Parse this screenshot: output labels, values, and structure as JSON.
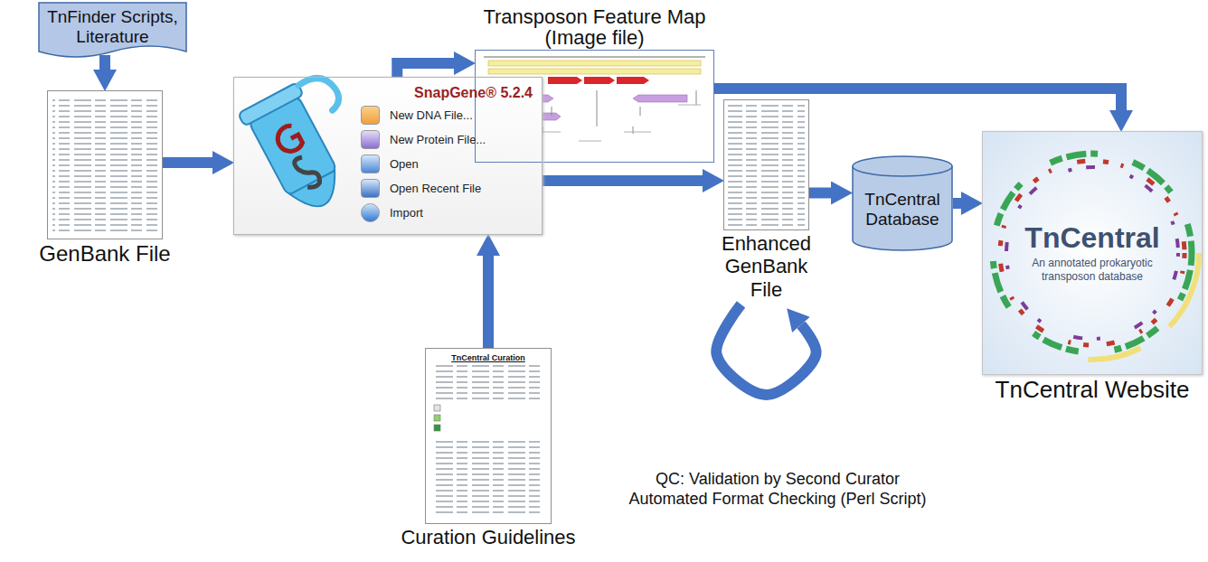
{
  "diagram": {
    "nodes": [
      {
        "text": [
          "TnFinder Scripts, Literature"
        ]
      },
      {
        "text": [
          "Transposon Feature Map (Image file)"
        ]
      },
      {
        "text": [
          "GenBank File"
        ]
      },
      {
        "text": [
          "SnapGene® 5.2.4",
          "New DNA File...",
          "New Protein File...",
          "Open",
          "Open Recent File",
          "Import"
        ]
      },
      {
        "text": [
          "Enhanced GenBank File"
        ]
      },
      {
        "text": [
          "TnCentral Database"
        ]
      },
      {
        "text": [
          "TnCentral",
          "An annotated prokaryotic transposon database",
          "TnCentral Website"
        ]
      },
      {
        "text": [
          "TnCentral Curation",
          "Curation Guidelines"
        ]
      }
    ],
    "edges": [
      {
        "from": 0,
        "to": 2,
        "arrow": "to"
      },
      {
        "from": 2,
        "to": 3,
        "arrow": "to"
      },
      {
        "from": 7,
        "to": 3,
        "arrow": "to"
      },
      {
        "from": 3,
        "to": 1,
        "arrow": "to"
      },
      {
        "from": 3,
        "to": 4,
        "arrow": "to"
      },
      {
        "from": 1,
        "to": 6,
        "arrow": "to"
      },
      {
        "from": 4,
        "to": 5,
        "arrow": "to"
      },
      {
        "from": 5,
        "to": 6,
        "arrow": "to"
      },
      {
        "from": 4,
        "to": 4,
        "arrow": "to"
      }
    ],
    "labels": [
      "QC: Validation by Second Curator Automated Format Checking (Perl Script)"
    ]
  }
}
